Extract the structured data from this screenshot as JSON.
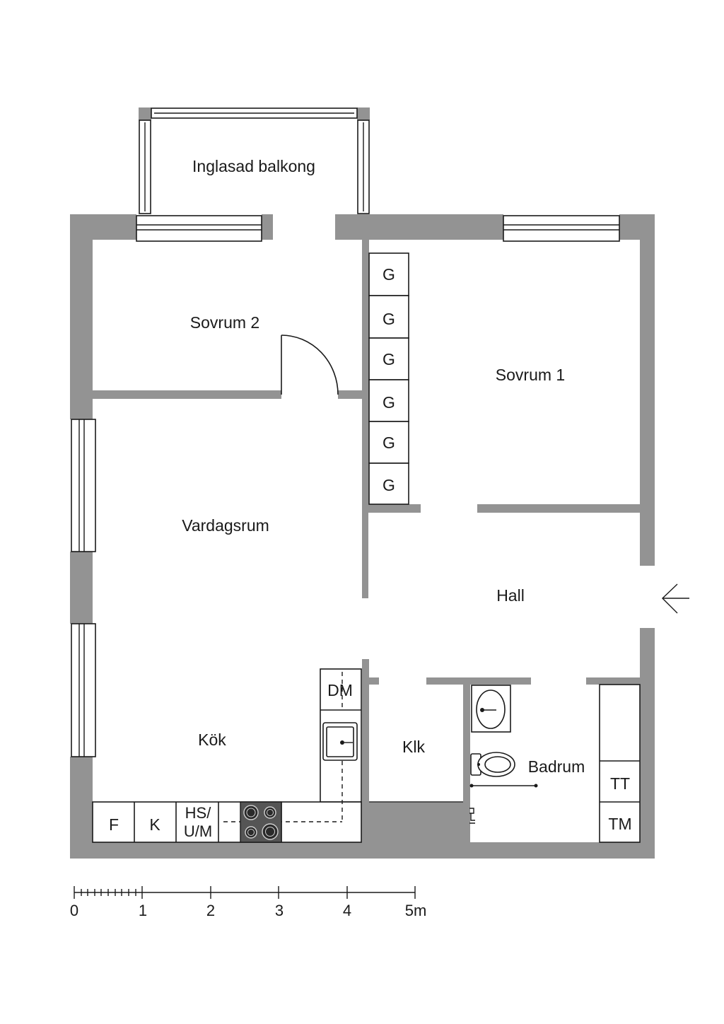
{
  "rooms": {
    "balcony": "Inglasad balkong",
    "bedroom2": "Sovrum 2",
    "bedroom1": "Sovrum 1",
    "living": "Vardagsrum",
    "hall": "Hall",
    "kitchen": "Kök",
    "closet": "Klk",
    "bathroom": "Badrum"
  },
  "fixtures": {
    "wardrobe": "G",
    "dishwasher": "DM",
    "fridge": "F",
    "freezer": "K",
    "cabinet_line1": "HS/",
    "cabinet_line2": "U/M",
    "dryer": "TT",
    "washer": "TM"
  },
  "scale": {
    "ticks": [
      "0",
      "1",
      "2",
      "3",
      "4",
      "5m"
    ]
  },
  "colors": {
    "wall": "#939393",
    "line": "#1a1a1a",
    "stove": "#555555"
  },
  "icons": {
    "entrance": "arrow-left-icon",
    "sink": "sink-icon",
    "stove": "stove-icon",
    "toilet": "toilet-icon",
    "washbasin": "washbasin-icon"
  }
}
